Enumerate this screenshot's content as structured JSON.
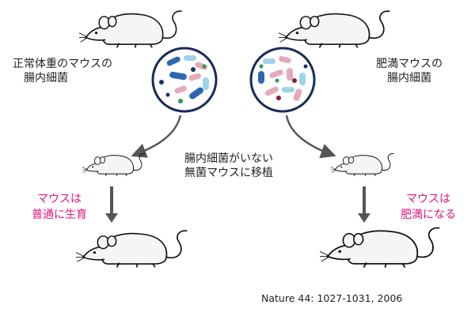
{
  "labels": {
    "normal_microbiota": [
      "正常体重のマウスの",
      "腸内細菌"
    ],
    "obese_microbiota": [
      "肥満マウスの",
      "腸内細菌"
    ],
    "transplant": [
      "腸内細菌がいない",
      "無菌マウスに移植"
    ],
    "normal_result": [
      "マウスは",
      "普通に生育"
    ],
    "obese_result": [
      "マウスは",
      "肥満になる"
    ],
    "citation": "Nature 44: 1027-1031, 2006"
  },
  "colors": {
    "result_text": "#e0167a",
    "arrow": "#555555",
    "bacteria": [
      "#2c67b5",
      "#9fd3e6",
      "#e6a9b8",
      "#8a1c3a",
      "#1d2f6b",
      "#2a9b56"
    ]
  }
}
